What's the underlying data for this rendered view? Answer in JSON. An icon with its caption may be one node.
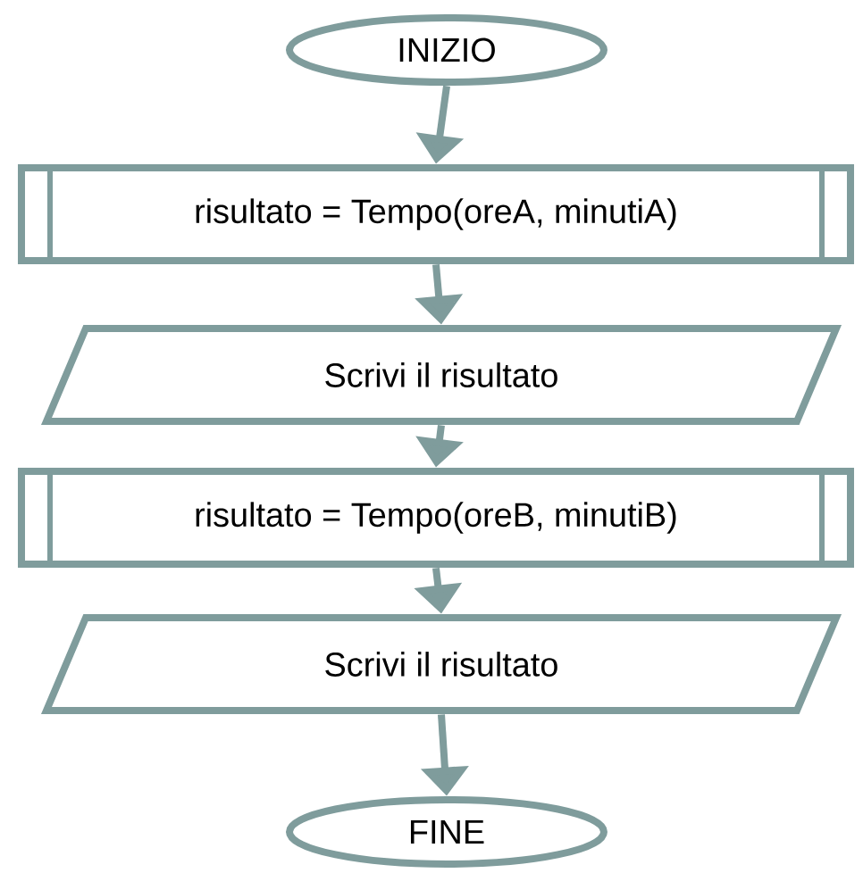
{
  "diagram": {
    "nodes": [
      {
        "text": [
          "INIZIO"
        ]
      },
      {
        "text": [
          "risultato = Tempo(oreA, minutiA)"
        ]
      },
      {
        "text": [
          "Scrivi il risultato"
        ]
      },
      {
        "text": [
          "risultato = Tempo(oreB, minutiB)"
        ]
      },
      {
        "text": [
          "Scrivi il risultato"
        ]
      },
      {
        "text": [
          "FINE"
        ]
      }
    ],
    "edges": [
      {
        "from": 0,
        "to": 1,
        "arrow": "to"
      },
      {
        "from": 1,
        "to": 2,
        "arrow": "to"
      },
      {
        "from": 2,
        "to": 3,
        "arrow": "to"
      },
      {
        "from": 3,
        "to": 4,
        "arrow": "to"
      },
      {
        "from": 4,
        "to": 5,
        "arrow": "to"
      }
    ]
  }
}
